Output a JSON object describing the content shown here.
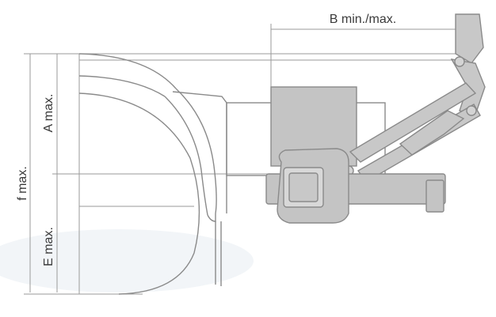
{
  "labels": {
    "b": "B min./max.",
    "a": "A max.",
    "f": "f max.",
    "e": "E max."
  }
}
